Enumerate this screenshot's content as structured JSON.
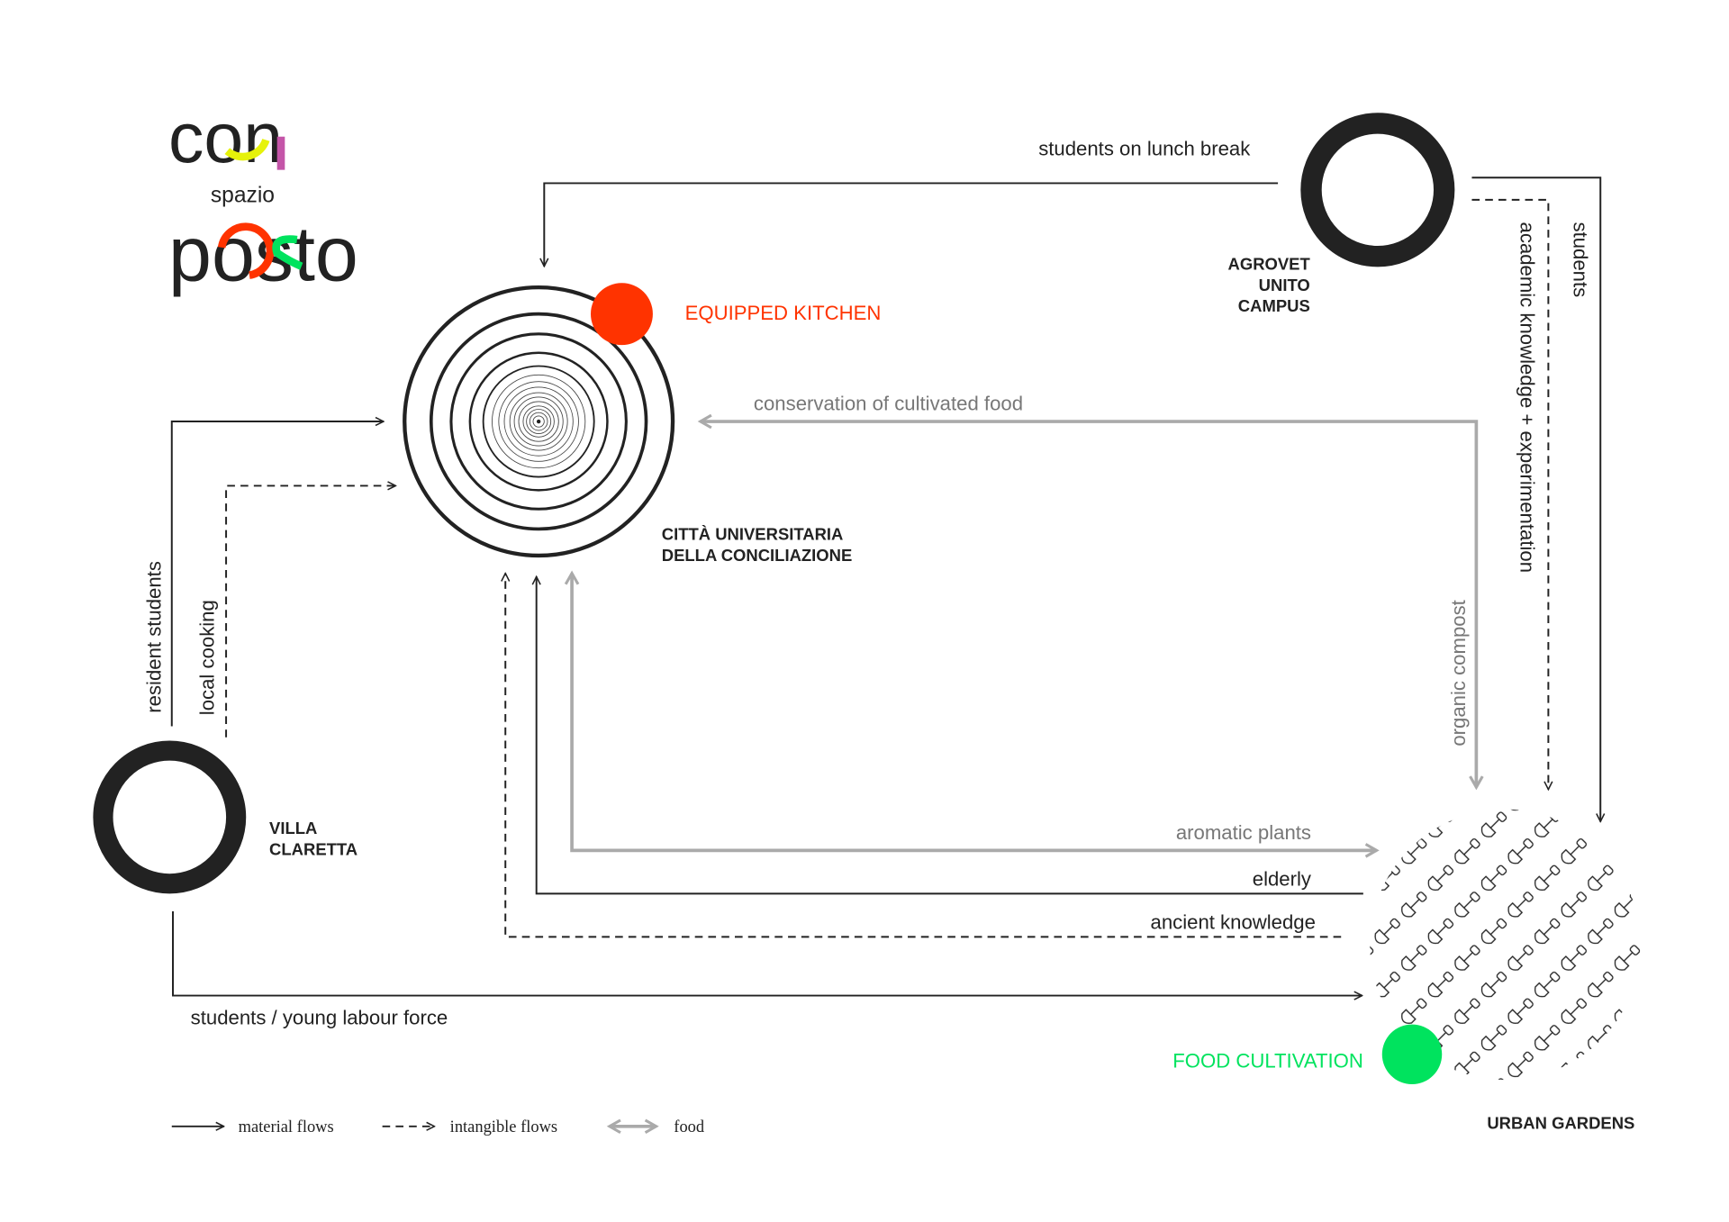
{
  "logo": {
    "line1": "con",
    "line2": "spazio",
    "line3": "posto"
  },
  "nodes": {
    "citta": {
      "line1": "CITTÀ UNIVERSITARIA",
      "line2": "DELLA CONCILIAZIONE"
    },
    "kitchen": "EQUIPPED KITCHEN",
    "agrovet": {
      "line1": "AGROVET",
      "line2": "UNITO",
      "line3": "CAMPUS"
    },
    "villa": {
      "line1": "VILLA",
      "line2": "CLARETTA"
    },
    "food_cultivation": "FOOD CULTIVATION",
    "urban_gardens": "URBAN GARDENS"
  },
  "flows": {
    "lunch": "students on lunch break",
    "students": "students",
    "academic": "academic knowledge + experimentation",
    "conservation": "conservation of cultivated food",
    "compost": "organic compost",
    "resident": "resident students",
    "local_cooking": "local cooking",
    "aromatic": "aromatic plants",
    "elderly": "elderly",
    "ancient": "ancient knowledge",
    "labour": "students / young labour force"
  },
  "legend": {
    "material": "material flows",
    "intangible": "intangible flows",
    "food": "food"
  },
  "colors": {
    "kitchen": "#ff3300",
    "cultivation": "#00e35e",
    "food_flow": "#aaaaaa",
    "ink": "#222222"
  }
}
